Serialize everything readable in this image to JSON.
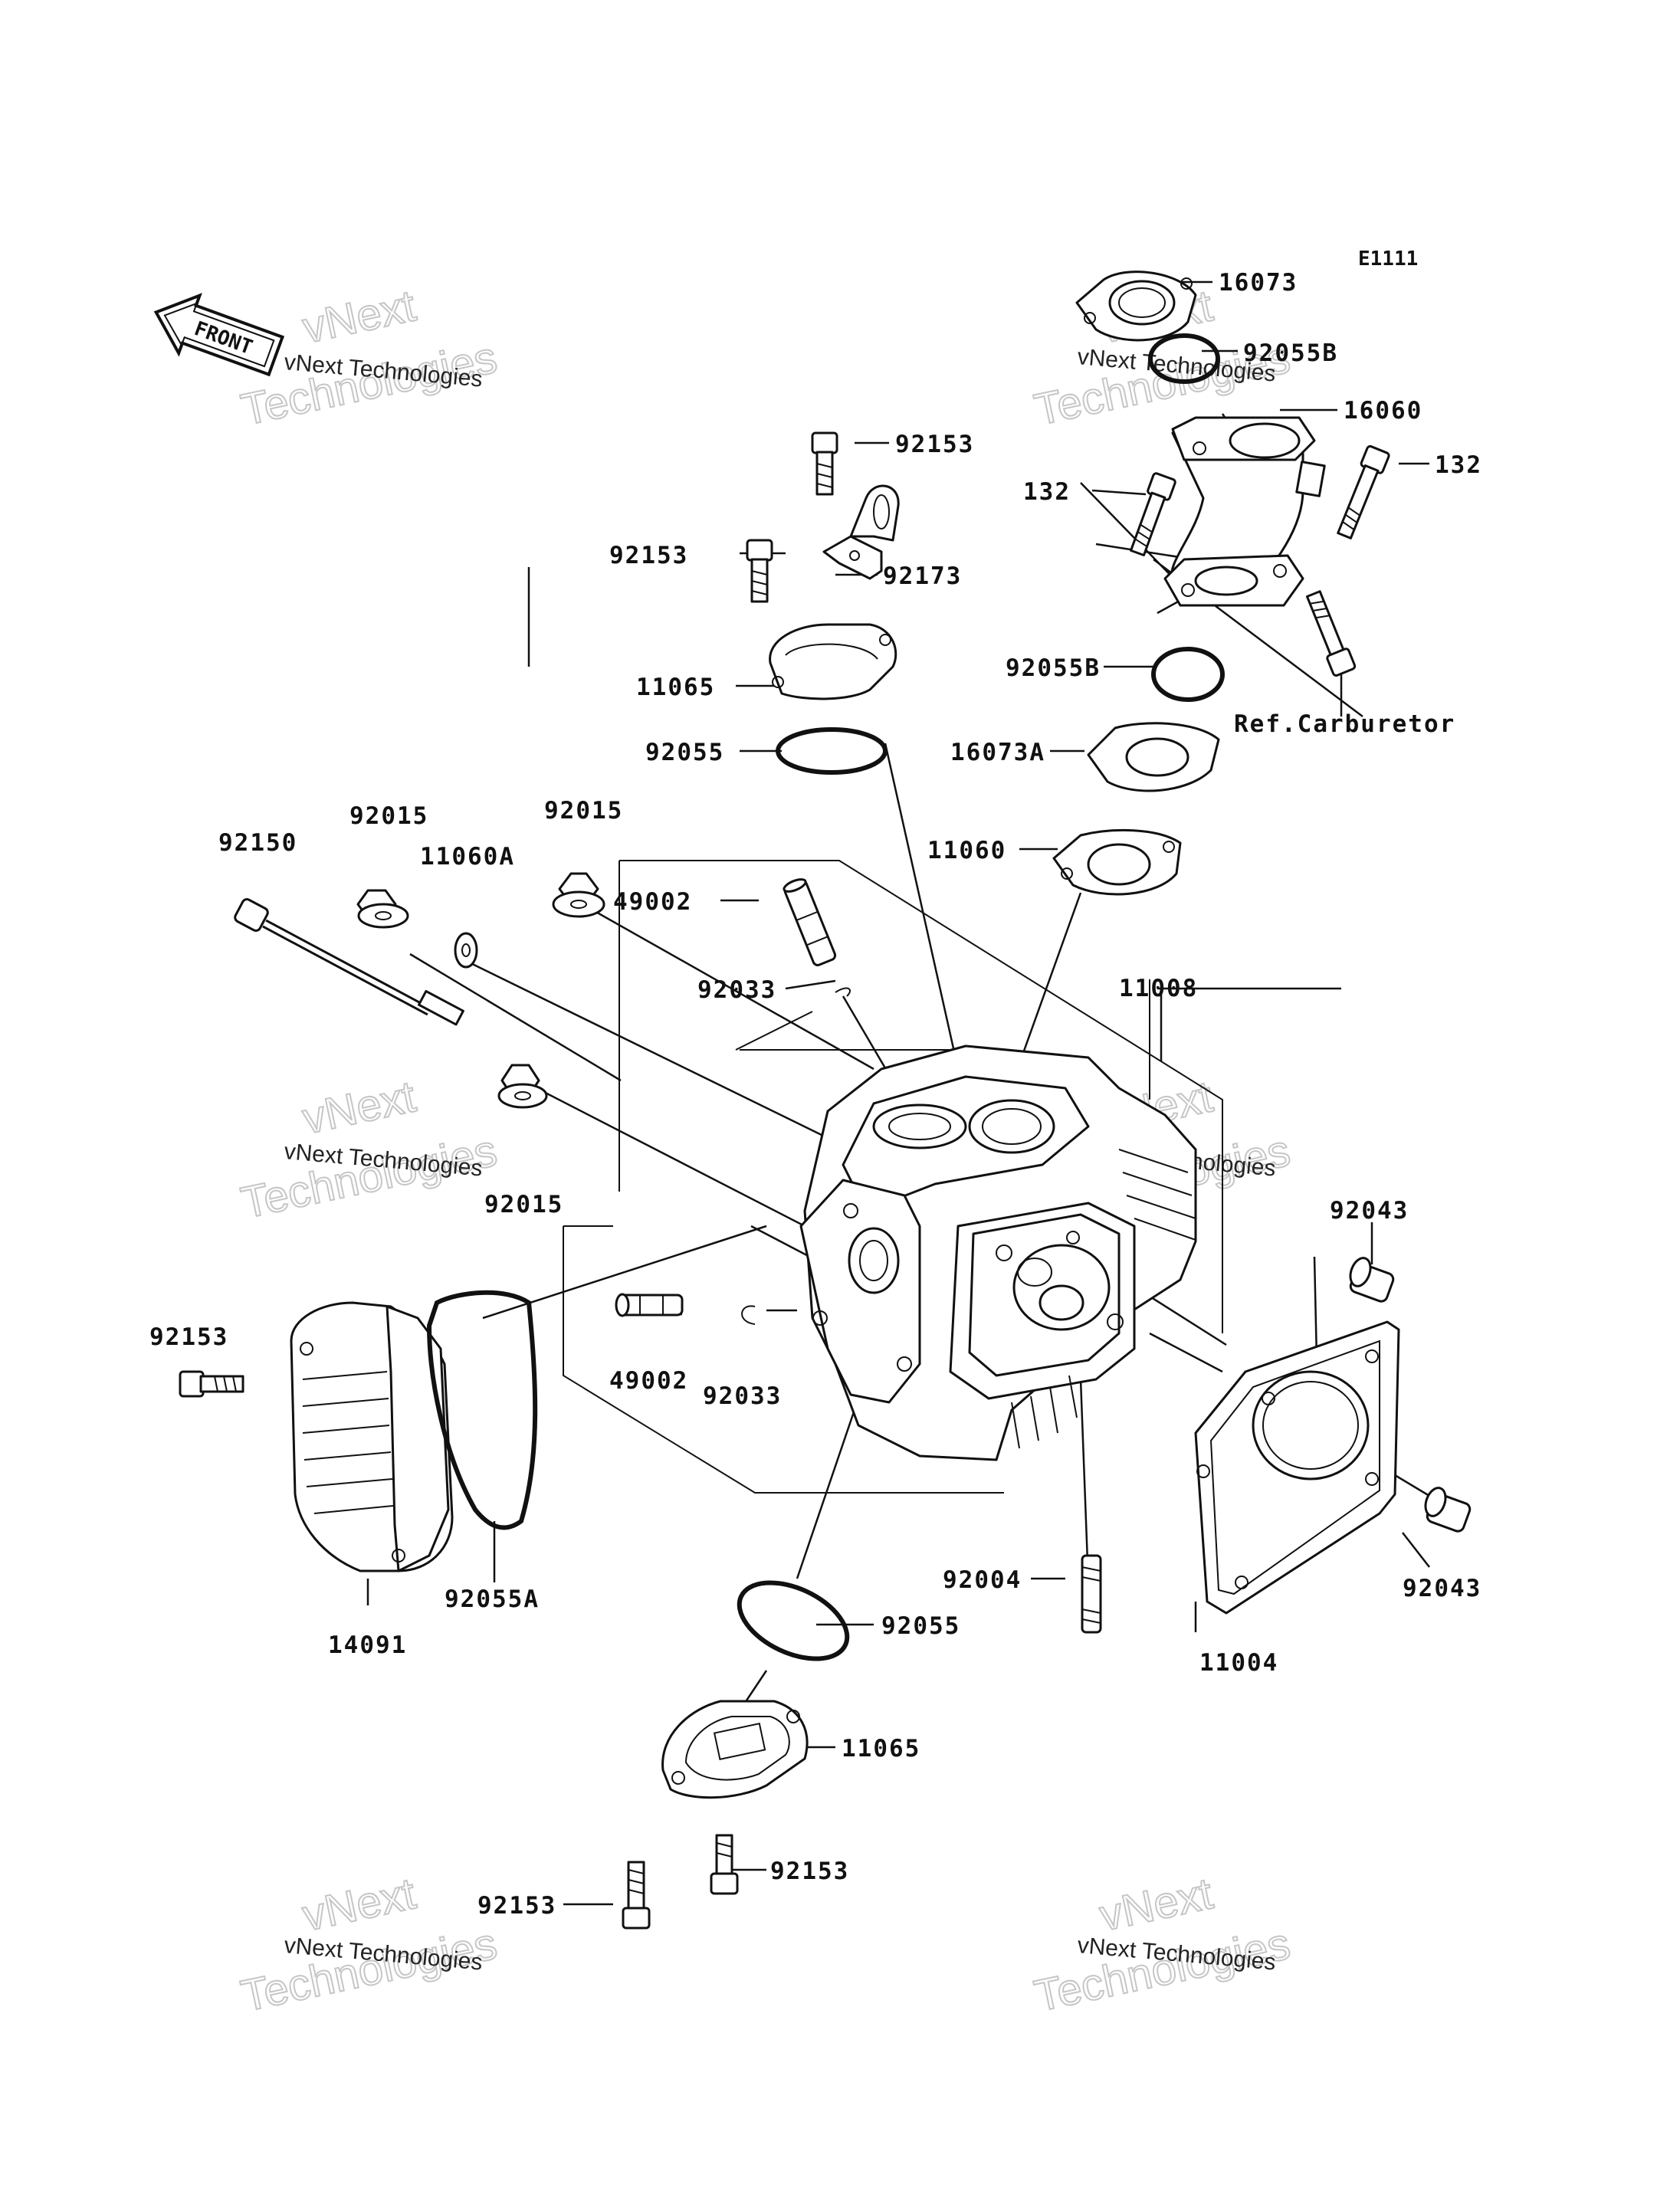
{
  "diagram_code": "E1111",
  "front_text": "FRONT",
  "watermark_lines": [
    "vNext Technologies",
    "vNext",
    "Technologies"
  ],
  "reference_note": "Ref.Carburetor",
  "part_labels": {
    "p16073": "16073",
    "p92055b_top": "92055B",
    "p16060": "16060",
    "p132_left": "132",
    "p132_right": "132",
    "p92153_top": "92153",
    "p92153_left": "92153",
    "p92173": "92173",
    "p11065_top": "11065",
    "p92055b_mid": "92055B",
    "p92055_top": "92055",
    "p16073a": "16073A",
    "p11060": "11060",
    "p92015_a": "92015",
    "p92015_b": "92015",
    "p92150": "92150",
    "p11060a": "11060A",
    "p49002_top": "49002",
    "p92033_top": "92033",
    "p11008": "11008",
    "p92015_c": "92015",
    "p92043_top": "92043",
    "p92153_side": "92153",
    "p49002_bot": "49002",
    "p92033_bot": "92033",
    "p92004": "92004",
    "p92043_bot": "92043",
    "p92055a": "92055A",
    "p14091": "14091",
    "p11004": "11004",
    "p92055_bot": "92055",
    "p11065_bot": "11065",
    "p92153_bot_r": "92153",
    "p92153_bot_l": "92153"
  }
}
